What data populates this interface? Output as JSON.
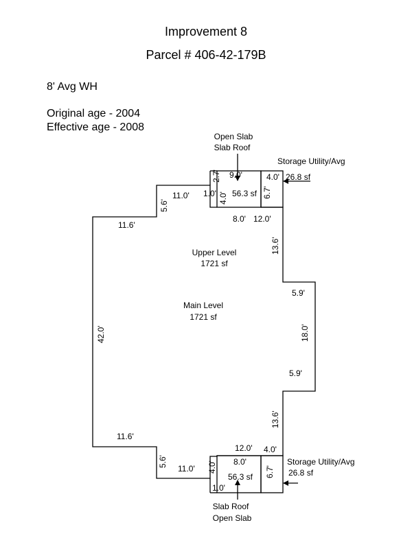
{
  "title": "Improvement 8",
  "parcel": "Parcel # 406-42-179B",
  "wall_height": "8' Avg WH",
  "original_age": "Original age - 2004",
  "effective_age": "Effective age - 2008",
  "colors": {
    "line": "#000000",
    "background": "#ffffff"
  },
  "areas": {
    "upper_level_name": "Upper Level",
    "upper_level_area": "1721 sf",
    "main_level_name": "Main Level",
    "main_level_area": "1721 sf",
    "slab_top_area": "56.3 sf",
    "slab_bottom_area": "56.3 sf"
  },
  "callouts": {
    "top_slab_line1": "Open Slab",
    "top_slab_line2": "Slab Roof",
    "top_storage": "Storage Utility/Avg",
    "top_storage_area": "26.8 sf",
    "bottom_slab_line1": "Slab Roof",
    "bottom_slab_line2": "Open Slab",
    "bottom_storage": "Storage Utility/Avg",
    "bottom_storage_area": "26.8 sf"
  },
  "dimensions": {
    "d_9_0": "9.0'",
    "d_2_7": "2.7'",
    "d_4_0_top_v": "4.0'",
    "d_1_0_top": "1.0'",
    "d_6_7_top": "6.7'",
    "d_4_0_top_h": "4.0'",
    "d_11_0_top": "11.0'",
    "d_5_6_top": "5.6'",
    "d_8_0_top": "8.0'",
    "d_12_0_top": "12.0'",
    "d_11_6_top": "11.6'",
    "d_13_6_top": "13.6'",
    "d_5_9_top": "5.9'",
    "d_42_0": "42.0'",
    "d_18_0": "18.0'",
    "d_5_9_bottom": "5.9'",
    "d_13_6_bottom": "13.6'",
    "d_11_6_bottom": "11.6'",
    "d_12_0_bottom": "12.0'",
    "d_4_0_bottom_h": "4.0'",
    "d_8_0_bottom": "8.0'",
    "d_5_6_bottom": "5.6'",
    "d_11_0_bottom": "11.0'",
    "d_4_0_bottom_v": "4.0'",
    "d_6_7_bottom": "6.7'",
    "d_1_0_bottom": "1.0'"
  }
}
